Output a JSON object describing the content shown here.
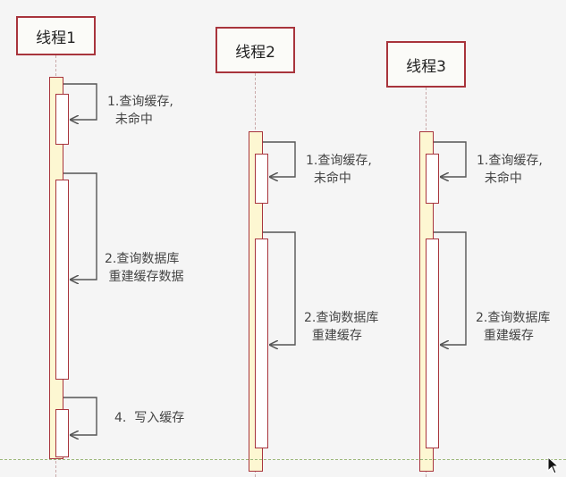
{
  "threads": [
    {
      "label": "线程1"
    },
    {
      "label": "线程2"
    },
    {
      "label": "线程3"
    }
  ],
  "steps": {
    "t1_query_cache": "1.查询缓存,\n  未命中",
    "t1_query_db": "2.查询数据库\n 重建缓存数据",
    "t1_write_cache": "4.  写入缓存",
    "t2_query_cache": "1.查询缓存,\n  未命中",
    "t2_query_db": "2.查询数据库\n  重建缓存",
    "t3_query_cache": "1.查询缓存,\n  未命中",
    "t3_query_db": "2.查询数据库\n  重建缓存"
  },
  "colors": {
    "border": "#a8343c",
    "activation": "#fdf7d2",
    "arrow": "#555555",
    "lifeline": "#c9a9a9",
    "baseline": "#9cb87a"
  }
}
